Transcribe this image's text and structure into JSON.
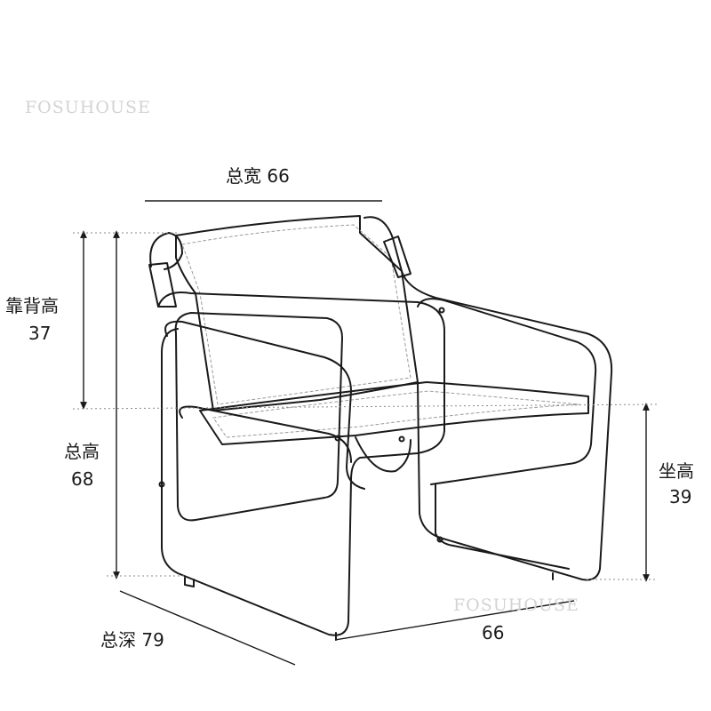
{
  "brand": {
    "watermark_top": "FOSUHOUSE",
    "watermark_bottom": "FOSUHOUSE"
  },
  "dimensions": {
    "total_width": {
      "label": "总宽",
      "value": "66"
    },
    "backrest_height": {
      "label": "靠背高",
      "value": "37"
    },
    "total_height": {
      "label": "总高",
      "value": "68"
    },
    "seat_height": {
      "label": "坐高",
      "value": "39"
    },
    "total_depth": {
      "label": "总深",
      "value": "79"
    },
    "bottom_width": {
      "value": "66"
    }
  },
  "colors": {
    "line": "#1a1a1a",
    "dashed": "#9a9a9a",
    "text": "#1a1a1a",
    "watermark": "#d3d3d3"
  }
}
